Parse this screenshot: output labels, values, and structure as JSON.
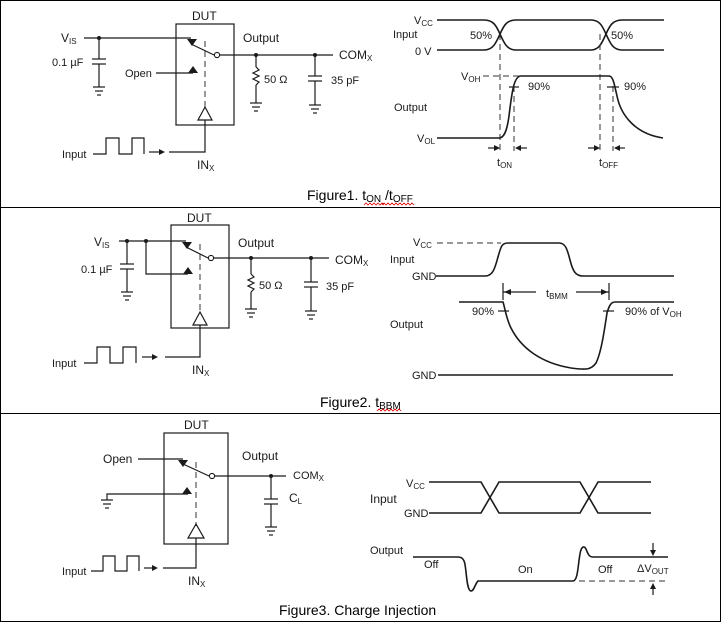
{
  "figures": [
    {
      "id": "figure1",
      "caption": {
        "prefix": "Figure1. ",
        "t1": "t",
        "t1_sub": "ON",
        "sep": " /",
        "t2": "t",
        "t2_sub": "OFF"
      },
      "circuit": {
        "dut_label": "DUT",
        "vis_label": "V",
        "vis_sub": "IS",
        "cap_label": "0.1 µF",
        "open_label": "Open",
        "output_label": "Output",
        "res_label": "50 Ω",
        "load_cap_label": "35 pF",
        "com_label": "COM",
        "com_sub": "X",
        "input_label": "Input",
        "in_label": "IN",
        "in_sub": "X"
      },
      "timing": {
        "input_label": "Input",
        "vcc_label": "V",
        "vcc_sub": "CC",
        "zero_label": "0 V",
        "pct50_left": "50%",
        "pct50_right": "50%",
        "output_label": "Output",
        "voh_label": "V",
        "voh_sub": "OH",
        "vol_label": "V",
        "vol_sub": "OL",
        "pct90_left": "90%",
        "pct90_right": "90%",
        "ton_label": "t",
        "ton_sub": "ON",
        "toff_label": "t",
        "toff_sub": "OFF"
      }
    },
    {
      "id": "figure2",
      "caption": {
        "prefix": "Figure2. ",
        "t1": "t",
        "t1_sub": "BBM"
      },
      "circuit": {
        "dut_label": "DUT",
        "vis_label": "V",
        "vis_sub": "IS",
        "cap_label": "0.1 µF",
        "output_label": "Output",
        "res_label": "50 Ω",
        "load_cap_label": "35 pF",
        "com_label": "COM",
        "com_sub": "X",
        "input_label": "Input",
        "in_label": "IN",
        "in_sub": "X"
      },
      "timing": {
        "input_label": "Input",
        "vcc_label": "V",
        "vcc_sub": "CC",
        "gnd_top_label": "GND",
        "tbmm_label": "t",
        "tbmm_sub": "BMM",
        "output_label": "Output",
        "pct90_left": "90%",
        "pct90_right": "90% of V",
        "pct90_right_sub": "OH",
        "gnd_bottom_label": "GND"
      }
    },
    {
      "id": "figure3",
      "caption": {
        "text": "Figure3. Charge Injection"
      },
      "circuit": {
        "dut_label": "DUT",
        "open_label": "Open",
        "output_label": "Output",
        "com_label": "COM",
        "com_sub": "X",
        "cl_label": "C",
        "cl_sub": "L",
        "input_label": "Input",
        "in_label": "IN",
        "in_sub": "X"
      },
      "timing": {
        "input_label": "Input",
        "vcc_label": "V",
        "vcc_sub": "CC",
        "gnd_label": "GND",
        "output_label": "Output",
        "off_left": "Off",
        "on_label": "On",
        "off_right": "Off",
        "dvout_label": "ΔV",
        "dvout_sub": "OUT"
      }
    }
  ]
}
